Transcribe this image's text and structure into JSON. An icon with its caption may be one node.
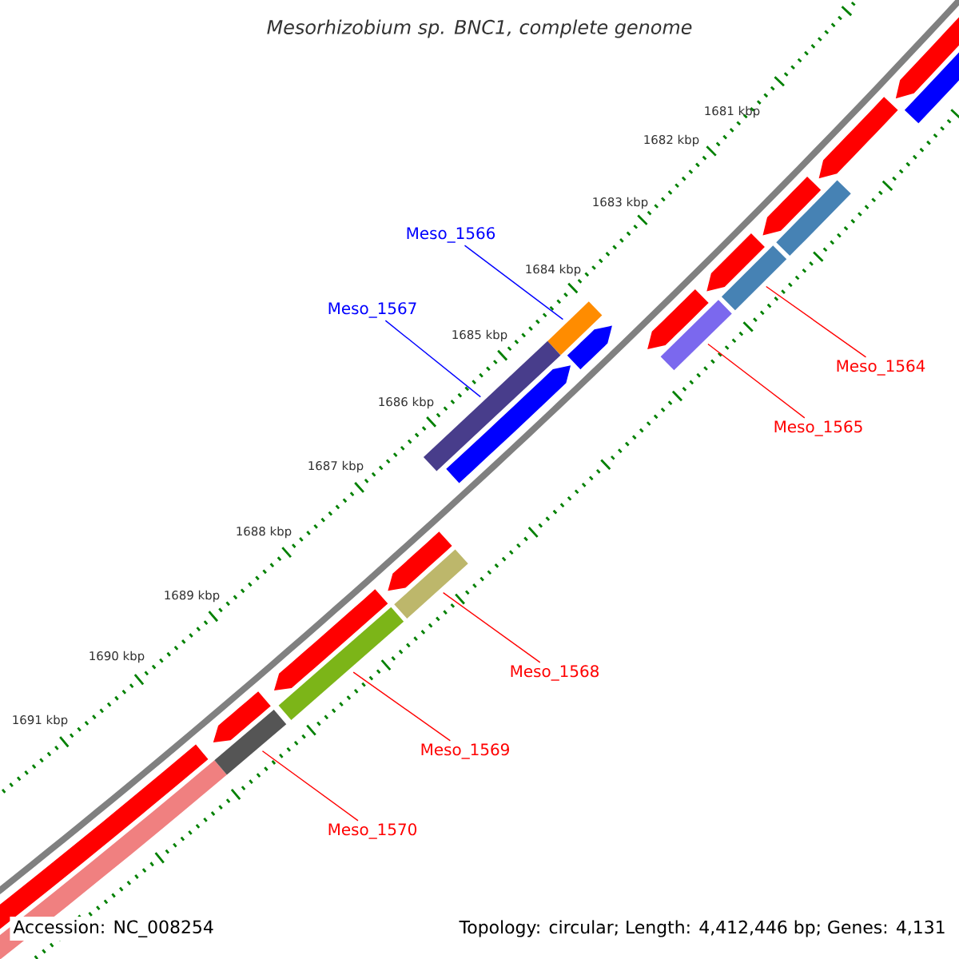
{
  "diagram": {
    "title": "Mesorhizobium sp. BNC1, complete genome",
    "nodes": [
      {
        "text": [
          "Meso_1566"
        ]
      },
      {
        "text": [
          "Meso_1567"
        ]
      },
      {
        "text": [
          "Meso_1564"
        ]
      },
      {
        "text": [
          "Meso_1565"
        ]
      },
      {
        "text": [
          "Meso_1568"
        ]
      },
      {
        "text": [
          "Meso_1569"
        ]
      },
      {
        "text": [
          "Meso_1570"
        ]
      },
      {
        "text": [],
        "shape": "bar"
      },
      {
        "text": [],
        "shape": "bar"
      },
      {
        "text": [],
        "shape": "bar"
      },
      {
        "text": [],
        "shape": "bar"
      },
      {
        "text": [],
        "shape": "bar"
      },
      {
        "text": [],
        "shape": "bar"
      },
      {
        "text": [],
        "shape": "bar"
      }
    ],
    "edges": [
      {
        "from": 0,
        "to": 7,
        "arrow": "none",
        "color": "#0000ff"
      },
      {
        "from": 1,
        "to": 8,
        "arrow": "none",
        "color": "#0000ff"
      },
      {
        "from": 2,
        "to": 9,
        "arrow": "none"
      },
      {
        "from": 3,
        "to": 10,
        "arrow": "none"
      },
      {
        "from": 4,
        "to": 11,
        "arrow": "none"
      },
      {
        "from": 5,
        "to": 12,
        "arrow": "none"
      },
      {
        "from": 6,
        "to": 13,
        "arrow": "none"
      }
    ],
    "labels": [
      "1681 kbp",
      "1682 kbp",
      "1683 kbp",
      "1684 kbp",
      "1685 kbp",
      "1686 kbp",
      "1687 kbp",
      "1688 kbp",
      "1689 kbp",
      "1690 kbp",
      "1691 kbp",
      "Accession: NC_008254",
      "Topology: circular; Length: 4,412,446 bp; Genes: 4,131"
    ]
  }
}
